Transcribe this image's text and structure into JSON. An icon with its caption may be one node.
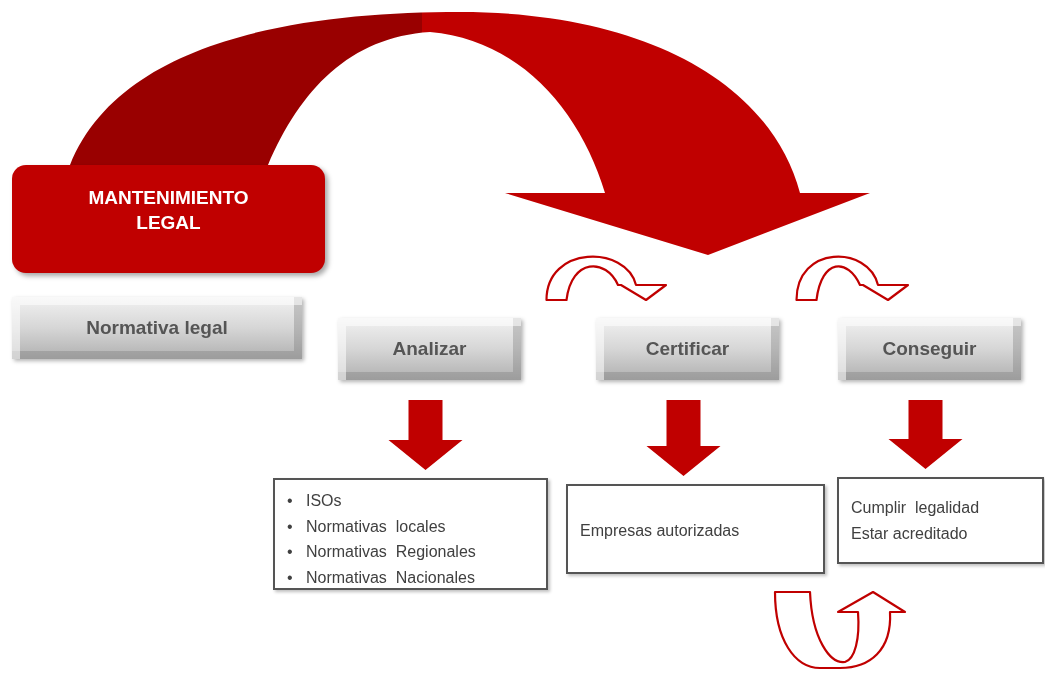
{
  "diagram": {
    "nodes": [
      {
        "text": [
          "MANTENIMIENTO LEGAL"
        ]
      },
      {
        "text": [
          "Normativa legal"
        ]
      },
      {
        "text": [
          "Analizar"
        ]
      },
      {
        "text": [
          "Certificar"
        ]
      },
      {
        "text": [
          "Conseguir"
        ]
      },
      {
        "text": [
          "•   ISOs",
          "•   Normativas  locales",
          "•   Normativas  Regionales",
          "•   Normativas  Nacionales"
        ]
      },
      {
        "text": [
          "Empresas autorizadas"
        ]
      },
      {
        "text": [
          "Cumplir  legalidad",
          "Estar acreditado"
        ]
      }
    ],
    "edges": [
      {
        "from": 0,
        "to": 3,
        "arrow": "to",
        "style": "thick"
      },
      {
        "from": 2,
        "to": 3,
        "arrow": "to"
      },
      {
        "from": 3,
        "to": 4,
        "arrow": "to"
      },
      {
        "from": 2,
        "to": 5,
        "arrow": "to"
      },
      {
        "from": 3,
        "to": 6,
        "arrow": "to"
      },
      {
        "from": 4,
        "to": 7,
        "arrow": "to"
      },
      {
        "from": 6,
        "to": 7,
        "arrow": "to"
      }
    ]
  }
}
